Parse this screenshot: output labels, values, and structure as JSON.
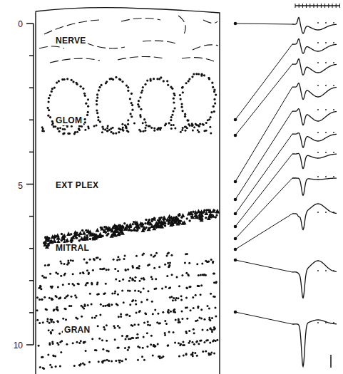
{
  "diagram": {
    "labels": [
      "0",
      "5",
      "10",
      "NERVE",
      "GLOM",
      "EXT PLEX",
      "MITRAL",
      "GRAN"
    ]
  }
}
